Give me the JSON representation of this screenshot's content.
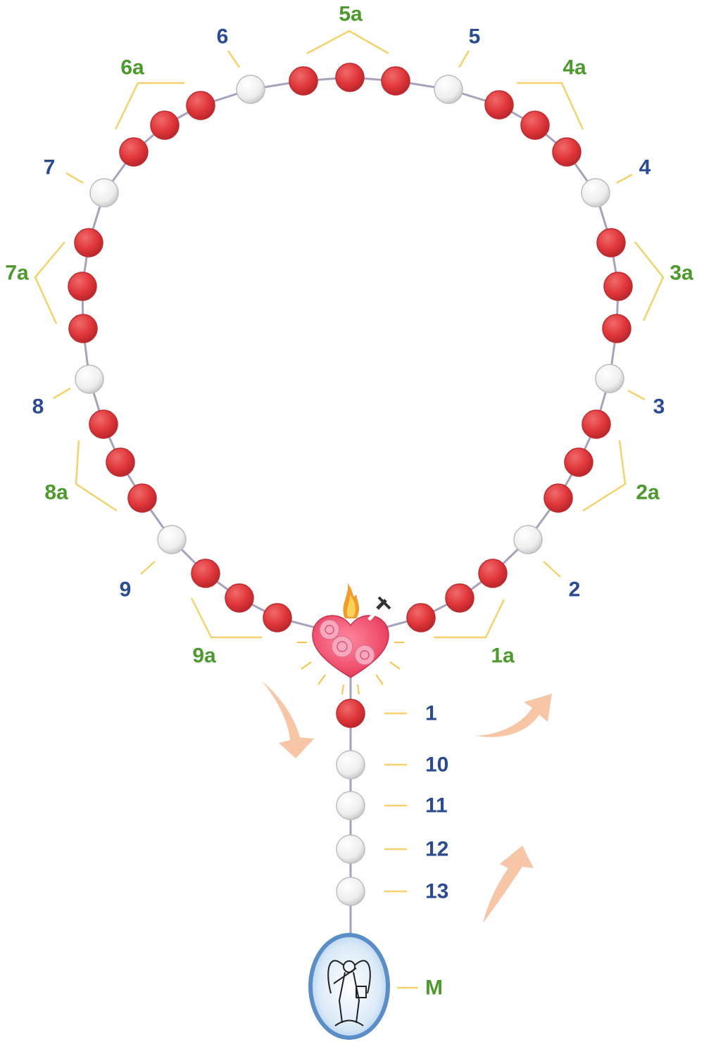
{
  "colors": {
    "bead_red": "#e0363a",
    "bead_white": "#f2f2f2",
    "cord": "#a7a2bc",
    "bracket": "#f5d36a",
    "label_blue": "#2a4b94",
    "label_green": "#4d9a2c",
    "arrow": "#f7c6a6",
    "heart": "#ee4a68",
    "medal_rim": "#5a8ec8"
  },
  "loop": {
    "large_beads": [
      {
        "label": "2"
      },
      {
        "label": "3"
      },
      {
        "label": "4"
      },
      {
        "label": "5"
      },
      {
        "label": "6"
      },
      {
        "label": "7"
      },
      {
        "label": "8"
      },
      {
        "label": "9"
      }
    ],
    "groups": [
      {
        "label": "1a",
        "beads": 3
      },
      {
        "label": "2a",
        "beads": 3
      },
      {
        "label": "3a",
        "beads": 3
      },
      {
        "label": "4a",
        "beads": 3
      },
      {
        "label": "5a",
        "beads": 3
      },
      {
        "label": "6a",
        "beads": 3
      },
      {
        "label": "7a",
        "beads": 3
      },
      {
        "label": "8a",
        "beads": 3
      },
      {
        "label": "9a",
        "beads": 3
      }
    ]
  },
  "centerpiece": {
    "icon": "sacred-heart-icon"
  },
  "tail": [
    {
      "label": "1",
      "color": "red"
    },
    {
      "label": "10",
      "color": "white"
    },
    {
      "label": "11",
      "color": "white"
    },
    {
      "label": "12",
      "color": "white"
    },
    {
      "label": "13",
      "color": "white"
    }
  ],
  "medal": {
    "label": "M",
    "icon": "archangel-medal-icon"
  }
}
